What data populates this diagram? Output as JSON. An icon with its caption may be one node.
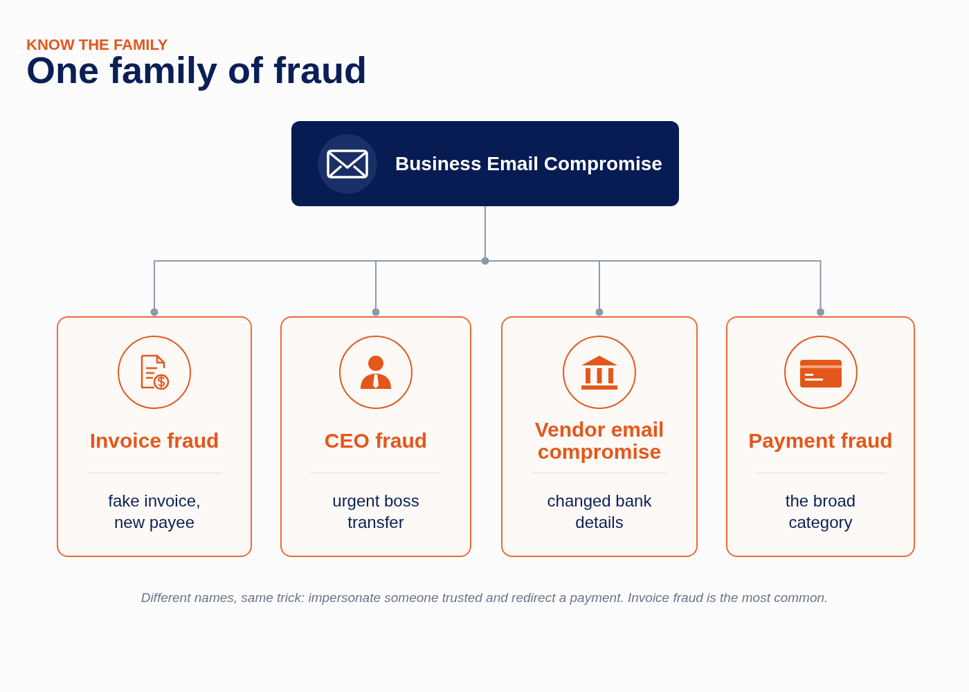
{
  "diagram": {
    "title": "One family of fraud",
    "caption": "Different names, same trick: impersonate someone trusted and redirect a payment. Invoice fraud is the most common.",
    "nodes": [
      {
        "text": [
          "Business Email Compromise"
        ]
      },
      {
        "text": [
          "Invoice fraud",
          "fake invoice, new payee"
        ]
      },
      {
        "text": [
          "CEO fraud",
          "urgent boss transfer"
        ]
      },
      {
        "text": [
          "Vendor email compromise",
          "changed bank details"
        ]
      },
      {
        "text": [
          "Payment fraud",
          "the broad category"
        ]
      }
    ],
    "edges": [
      {
        "from": 0,
        "to": 1,
        "arrow": "other"
      },
      {
        "from": 0,
        "to": 2,
        "arrow": "other"
      },
      {
        "from": 0,
        "to": 3,
        "arrow": "other"
      },
      {
        "from": 0,
        "to": 4,
        "arrow": "other"
      }
    ],
    "labels": [
      "KNOW THE FAMILY"
    ]
  }
}
